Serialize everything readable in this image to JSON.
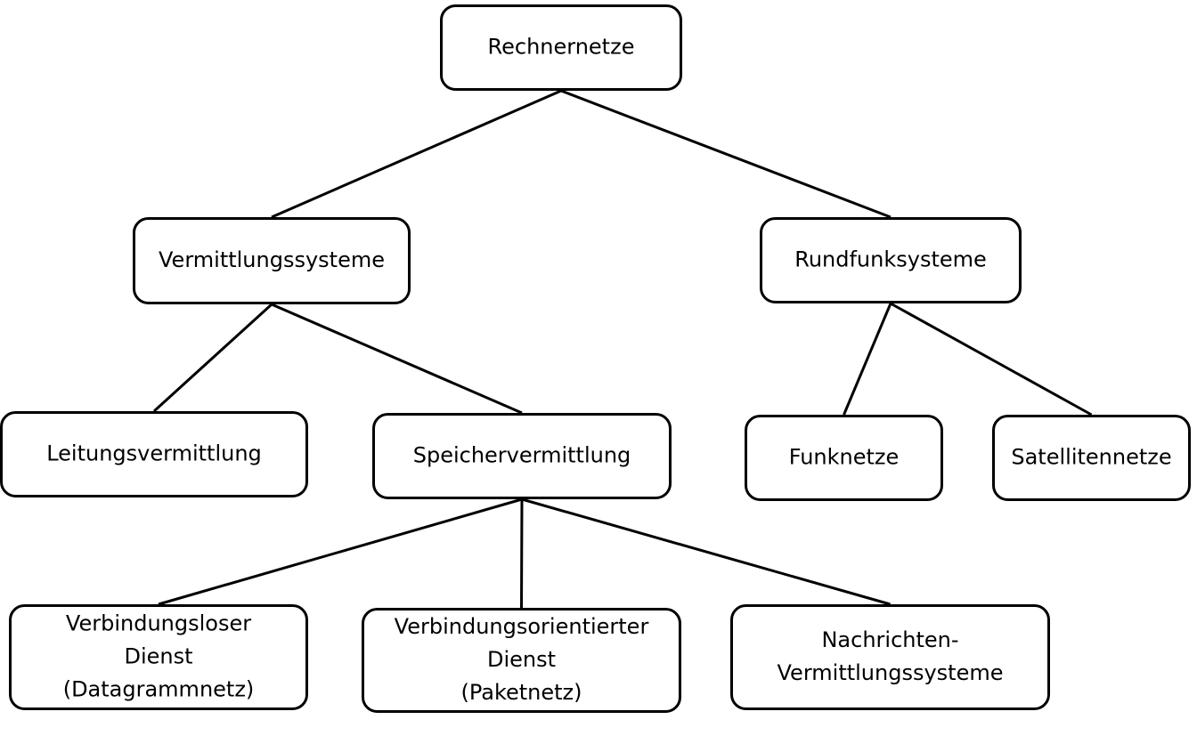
{
  "nodes": {
    "rechnernetze": [
      "Rechnernetze"
    ],
    "vermittlungssysteme": [
      "Vermittlungssysteme"
    ],
    "rundfunksysteme": [
      "Rundfunksysteme"
    ],
    "leitungsvermittlung": [
      "Leitungsvermittlung"
    ],
    "speichervermittlung": [
      "Speichervermittlung"
    ],
    "funknetze": [
      "Funknetze"
    ],
    "satellitennetze": [
      "Satellitennetze"
    ],
    "verbindungsloser_dienst": [
      "Verbindungsloser",
      "Dienst",
      "(Datagrammnetz)"
    ],
    "verbindungsorientierter_dienst": [
      "Verbindungsorientierter",
      "Dienst",
      "(Paketnetz)"
    ],
    "nachrichten_vermittlungssysteme": [
      "Nachrichten-",
      "Vermittlungssysteme"
    ]
  },
  "edges": [
    [
      "rechnernetze",
      "vermittlungssysteme"
    ],
    [
      "rechnernetze",
      "rundfunksysteme"
    ],
    [
      "vermittlungssysteme",
      "leitungsvermittlung"
    ],
    [
      "vermittlungssysteme",
      "speichervermittlung"
    ],
    [
      "rundfunksysteme",
      "funknetze"
    ],
    [
      "rundfunksysteme",
      "satellitennetze"
    ],
    [
      "speichervermittlung",
      "verbindungsloser_dienst"
    ],
    [
      "speichervermittlung",
      "verbindungsorientierter_dienst"
    ],
    [
      "speichervermittlung",
      "nachrichten_vermittlungssysteme"
    ]
  ],
  "colors": {
    "stroke": "#000000",
    "fill": "#ffffff",
    "text": "#000000"
  }
}
